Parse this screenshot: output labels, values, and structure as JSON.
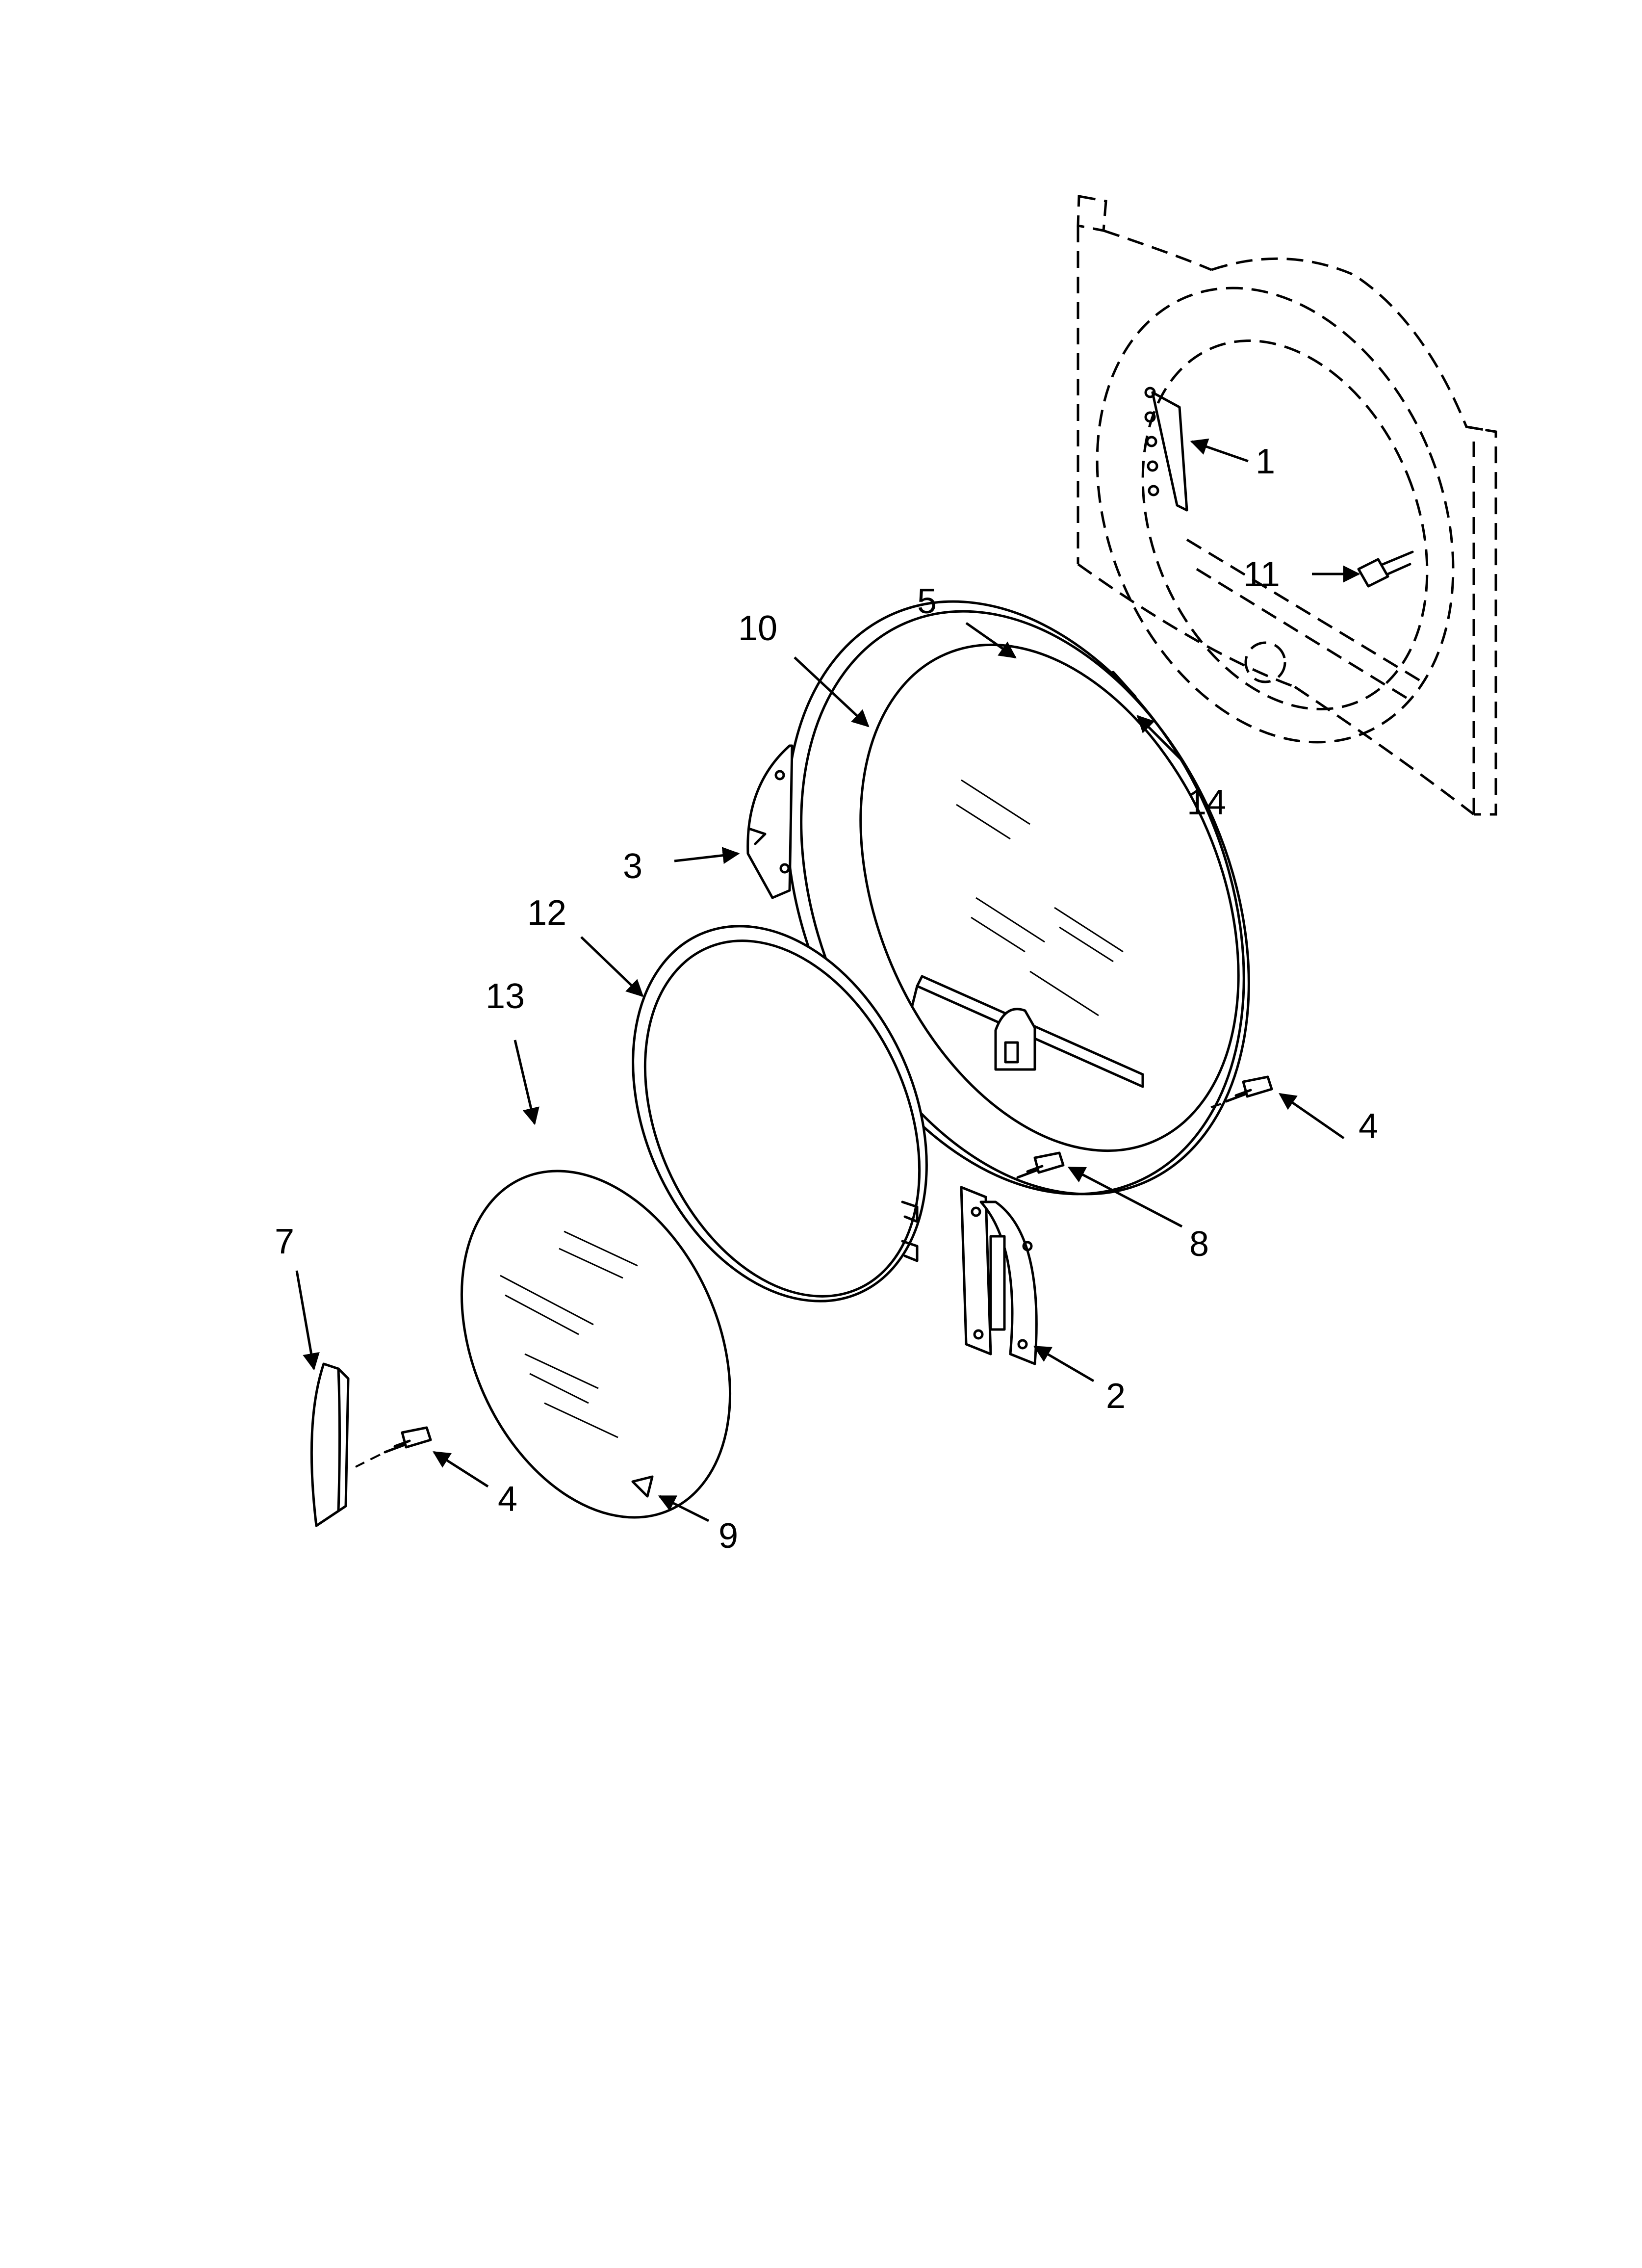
{
  "callouts": [
    {
      "id": "1",
      "label": "1"
    },
    {
      "id": "11",
      "label": "11"
    },
    {
      "id": "5",
      "label": "5"
    },
    {
      "id": "10",
      "label": "10"
    },
    {
      "id": "14",
      "label": "14"
    },
    {
      "id": "3",
      "label": "3"
    },
    {
      "id": "12",
      "label": "12"
    },
    {
      "id": "13",
      "label": "13"
    },
    {
      "id": "4a",
      "label": "4"
    },
    {
      "id": "8",
      "label": "8"
    },
    {
      "id": "7",
      "label": "7"
    },
    {
      "id": "2",
      "label": "2"
    },
    {
      "id": "4b",
      "label": "4"
    },
    {
      "id": "9",
      "label": "9"
    }
  ]
}
